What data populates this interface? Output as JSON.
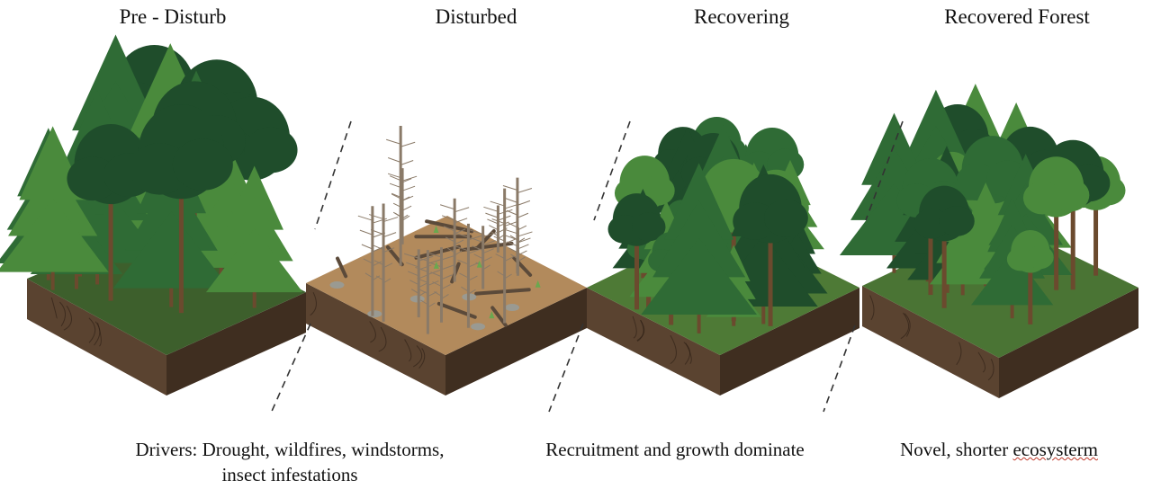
{
  "stages": [
    {
      "title": "Pre - Disturb"
    },
    {
      "title": "Disturbed"
    },
    {
      "title": "Recovering"
    },
    {
      "title": "Recovered Forest"
    }
  ],
  "captions": {
    "drivers_line1": "Drivers: Drought, wildfires, windstorms,",
    "drivers_line2": "insect infestations",
    "recovering": "Recruitment and growth dominate",
    "recovered_prefix": "Novel, shorter ",
    "recovered_misspelled": "ecosysterm"
  },
  "colors": {
    "soil": "#5a4330",
    "soil_dark": "#3f2e20",
    "ground_disturbed": "#b28a5c",
    "foliage_dark": "#1f4d2b",
    "foliage_mid": "#2f6b35",
    "foliage_light": "#4a8a3c",
    "trunk": "#6b4a2e",
    "snag": "#8a7a68",
    "divider": "#333333"
  }
}
